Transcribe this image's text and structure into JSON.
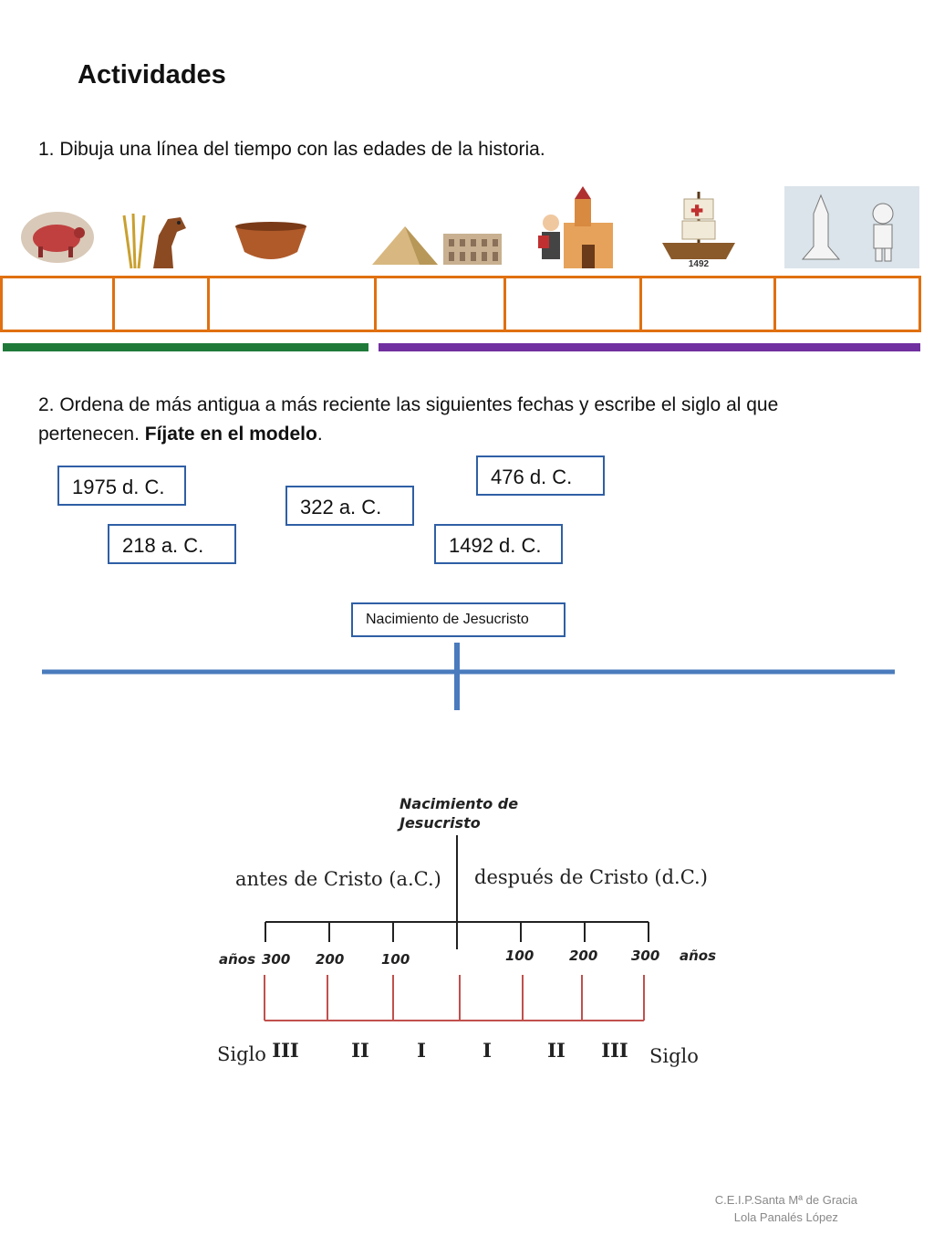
{
  "page": {
    "title": "Actividades",
    "q1": "1. Dibuja una línea del tiempo con las edades de la historia.",
    "q2_text": "2. Ordena de más antigua a más reciente las siguientes fechas y escribe el siglo al que pertenecen. ",
    "q2_bold": "Fíjate en el modelo",
    "q2_end": ".",
    "strip_year": "1492"
  },
  "dates": [
    "1975 d. C.",
    "476 d. C.",
    "322 a. C.",
    "218 a. C.",
    "1492 d. C."
  ],
  "timeline": {
    "birth_label": "Nacimiento de Jesucristo"
  },
  "model": {
    "birth_label_1": "Nacimiento de",
    "birth_label_2": "Jesucristo",
    "before": "antes de Cristo (a.C.)",
    "after": "después de Cristo (d.C.)",
    "years_word_left": "años",
    "years_word_right": "años",
    "years_left": [
      "300",
      "200",
      "100"
    ],
    "years_right": [
      "100",
      "200",
      "300"
    ],
    "siglo_left": "Siglo",
    "siglo_right": "Siglo",
    "centuries_left": [
      "III",
      "II",
      "I"
    ],
    "centuries_right": [
      "I",
      "II",
      "III"
    ]
  },
  "footer": {
    "line1": "C.E.I.P.Santa Mª de Gracia",
    "line2": "Lola Panalés López"
  },
  "colors": {
    "orange": "#e07010",
    "green": "#1f7a3a",
    "purple": "#7030a0",
    "blue": "#4a7bbd",
    "red": "#c0504d"
  }
}
